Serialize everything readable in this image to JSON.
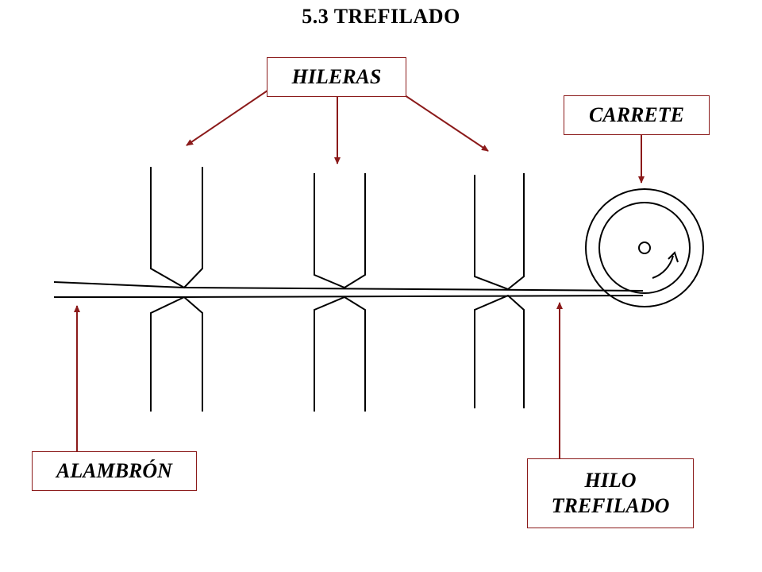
{
  "title": "5.3  TREFILADO",
  "labels": {
    "hileras": "HILERAS",
    "carrete": "CARRETE",
    "alambron": "ALAMBRÓN",
    "hilo_line1": "HILO",
    "hilo_line2": "TREFILADO"
  },
  "colors": {
    "arrow": "#8b1a1a",
    "line": "#000000",
    "box_border": "#8b1a1a"
  }
}
